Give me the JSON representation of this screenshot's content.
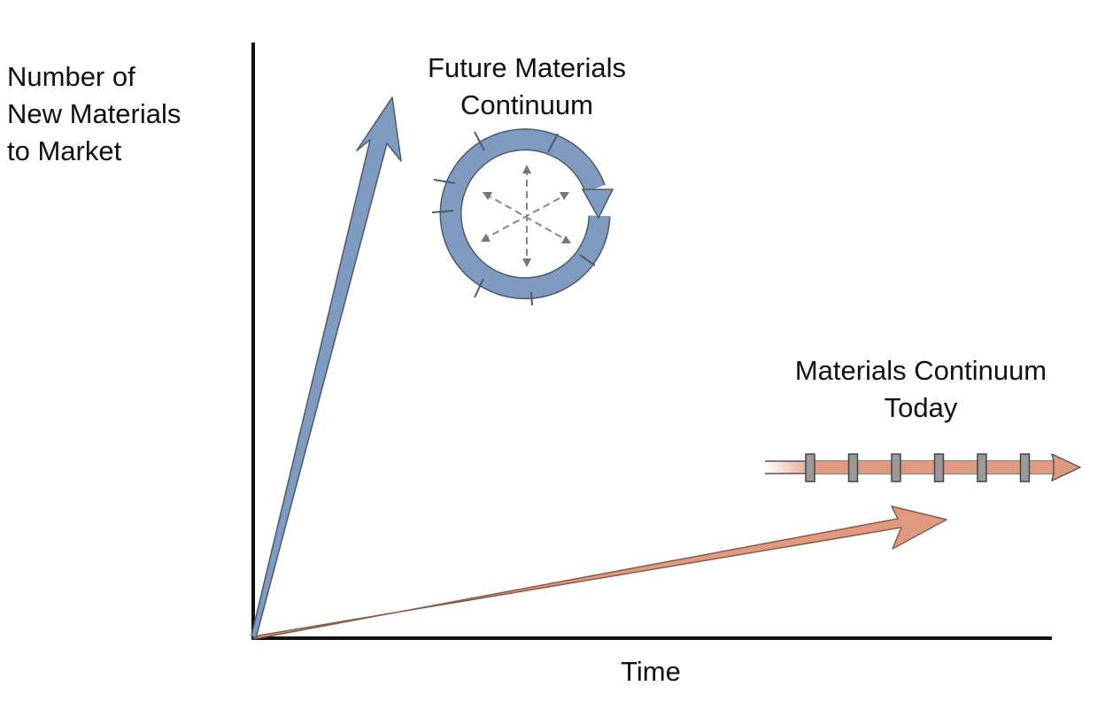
{
  "diagram": {
    "y_axis_label": "Number of\nNew Materials\nto Market",
    "x_axis_label": "Time",
    "future": {
      "title": "Future Materials\nContinuum",
      "color": "#7f9bbf",
      "icon": "cycle-icon"
    },
    "today": {
      "title": "Materials Continuum\nToday",
      "color": "#e09a80",
      "step_count": 6,
      "icon": "segmented-arrow-icon"
    }
  }
}
